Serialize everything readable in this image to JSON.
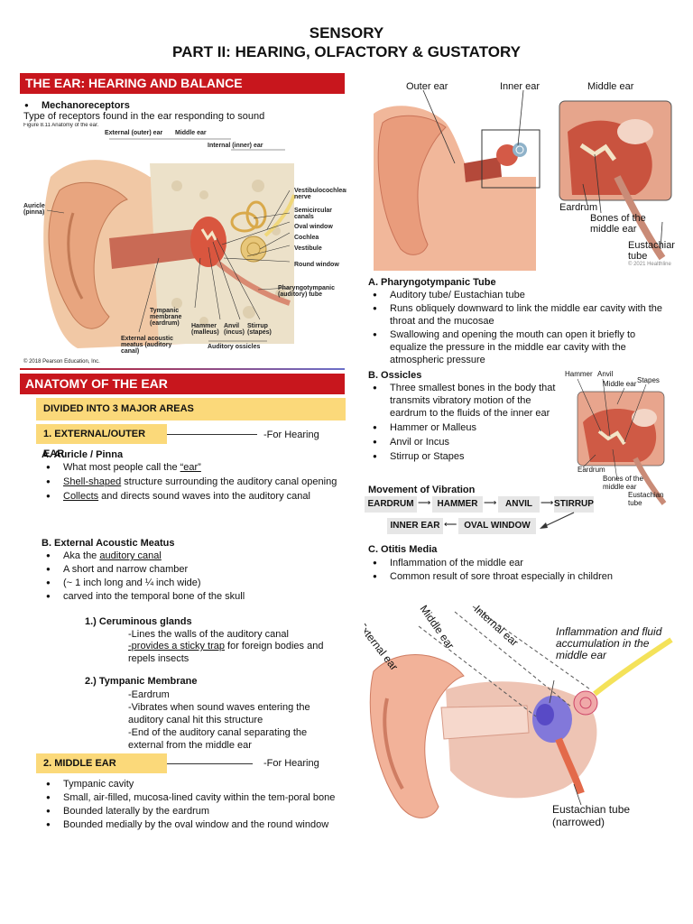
{
  "header": {
    "line1": "SENSORY",
    "line2": "PART II: HEARING, OLFACTORY & GUSTATORY"
  },
  "ear_section": {
    "title": "THE EAR: HEARING AND BALANCE",
    "bullet": "Mechanoreceptors",
    "desc": "Type of receptors found in the ear responding to sound",
    "figure": {
      "caption": "Figure 8.11 Anatomy of the ear.",
      "labels": {
        "outer": "External (outer) ear",
        "middle": "Middle ear",
        "inner": "Internal (inner) ear",
        "auricle": "Auricle (pinna)",
        "vestibulo": "Vestibulocochlear nerve",
        "semicircular": "Semicircular canals",
        "oval": "Oval window",
        "cochlea": "Cochlea",
        "vestibule": "Vestibule",
        "round": "Round window",
        "pharyngo": "Pharyngotympanic (auditory) tube",
        "tympanic": "Tympanic membrane (eardrum)",
        "hammer": "Hammer (malleus)",
        "anvil": "Anvil (incus)",
        "stirrup": "Stirrup (stapes)",
        "meatus": "External acoustic meatus (auditory canal)",
        "ossicles": "Auditory ossicles",
        "copyright": "© 2018 Pearson Education, Inc."
      }
    }
  },
  "anatomy": {
    "title": "ANATOMY OF THE EAR",
    "divided": "DIVIDED INTO 3 MAJOR AREAS",
    "outer_label": "1. EXTERNAL/OUTER EAR",
    "outer_for": "-For Hearing",
    "auricle": {
      "heading": "A. Auricle / Pinna",
      "b1_pre": "What most people call the ",
      "b1_u": "“ear”",
      "b2_u": "Shell-shaped",
      "b2_post": " structure surrounding the auditory canal opening",
      "b3_u": "Collects",
      "b3_post": " and directs sound waves into the auditory canal"
    },
    "meatus": {
      "heading": "B.  External Acoustic Meatus",
      "b1_pre": "Aka the ",
      "b1_u": "auditory canal",
      "b2": "A short and narrow chamber",
      "b3": " (~ 1 inch long and ¼ inch wide)",
      "b4": "carved into the temporal bone of the skull"
    },
    "cerum": {
      "heading": "1.) Ceruminous glands",
      "l1": "-Lines the walls of the auditory canal",
      "l2_u": "-provides a sticky trap",
      "l2_post": " for foreign bodies and repels insects"
    },
    "tympanic": {
      "heading": "2.) Tympanic Membrane",
      "l1": "-Eardrum",
      "l2": "-Vibrates when sound waves entering the auditory canal hit this structure",
      "l3": "-End of the auditory canal separating the external from the middle ear"
    },
    "middle_label": "2. MIDDLE EAR",
    "middle_for": "-For Hearing",
    "middle_bullets": [
      "Tympanic cavity",
      "Small, air-filled, mucosa-lined cavity within the tem-poral bone",
      "Bounded laterally by the eardrum",
      "Bounded medially by the oval window and the round window"
    ]
  },
  "right": {
    "fig1": {
      "outer": "Outer ear",
      "inner": "Inner ear",
      "middle": "Middle ear",
      "eardrum": "Eardrum",
      "bones": "Bones of the middle ear",
      "eustachian": "Eustachian tube",
      "copyright": "© 2021 Healthline"
    },
    "pharyngo": {
      "heading": "A.    Pharyngotympanic Tube",
      "bullets": [
        "Auditory tube/ Eustachian tube",
        "Runs obliquely downward to link the middle ear cavity with the throat and the mucosae",
        "Swallowing and opening the mouth can open it briefly to equalize the pressure in the middle ear cavity with the atmospheric pressure"
      ]
    },
    "ossicles": {
      "heading": "B. Ossicles",
      "bullets": [
        "Three smallest bones in the body that transmits vibratory motion of the eardrum to the fluids of the inner ear",
        "Hammer or Malleus",
        "Anvil or Incus",
        "Stirrup or Stapes"
      ],
      "fig": {
        "hammer": "Hammer",
        "anvil": "Anvil",
        "middle": "Middle ear",
        "stapes": "Stapes",
        "eardrum": "Eardrum",
        "bones": "Bones of the middle ear",
        "tube": "Eustachian tube"
      }
    },
    "movement": {
      "heading": "Movement of Vibration",
      "row1": [
        "EARDRUM",
        "HAMMER",
        "ANVIL",
        "STIRRUP"
      ],
      "row2": [
        "INNER EAR",
        "OVAL WINDOW"
      ]
    },
    "otitis": {
      "heading": "C. Otitis Media",
      "bullets": [
        "Inflammation of the middle ear",
        "Common result of sore throat especially in children"
      ],
      "fig": {
        "external": "External ear",
        "middle": "Middle ear",
        "internal": "Internal ear",
        "inflam": "Inflammation and fluid accumulation in the middle ear",
        "tube": "Eustachian tube (narrowed)"
      }
    }
  }
}
